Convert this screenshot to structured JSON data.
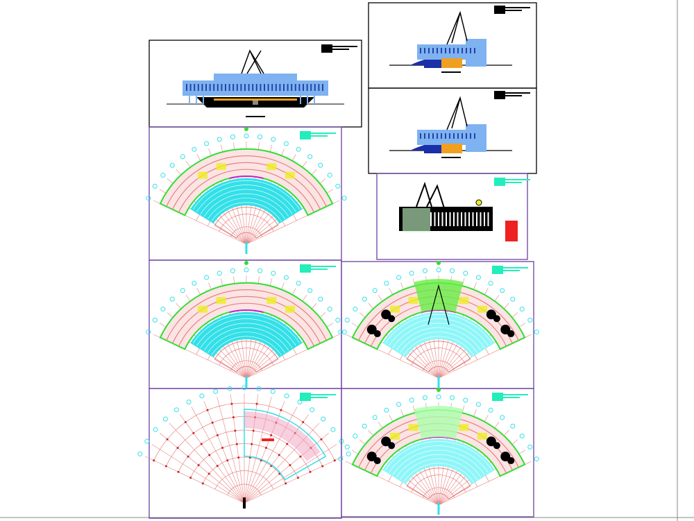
{
  "drawing": {
    "colors": {
      "background": "#ffffff",
      "frame_black": "#000000",
      "frame_purple": "#6b3fa0",
      "facade_blue": "#7fb2f0",
      "dark_blue": "#1a2fa8",
      "orange": "#f0a020",
      "seating_cyan": "#33e0e8",
      "grid_red": "#e88080",
      "wall_green": "#33dd33",
      "title_cyan": "#22eebb",
      "magenta": "#cc22cc",
      "yellow": "#eeee22",
      "sheet_border": "#888888"
    },
    "panels": [
      {
        "kind": "front-elevation"
      },
      {
        "kind": "side-elevation"
      },
      {
        "kind": "side-elevation"
      },
      {
        "kind": "section"
      },
      {
        "kind": "fan-plan",
        "variant": "ground"
      },
      {
        "kind": "fan-plan",
        "variant": "first"
      },
      {
        "kind": "fan-plan",
        "variant": "roof"
      },
      {
        "kind": "fan-plan",
        "variant": "structure"
      },
      {
        "kind": "fan-plan",
        "variant": "landscape"
      }
    ]
  }
}
